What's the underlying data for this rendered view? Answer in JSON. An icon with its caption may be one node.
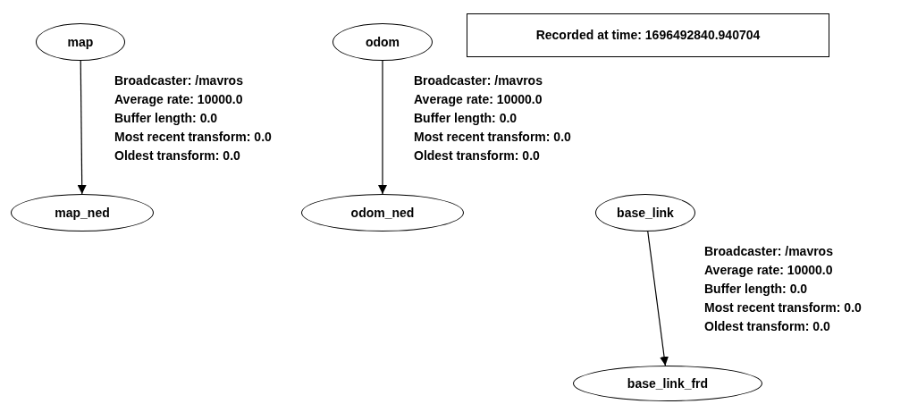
{
  "diagram": {
    "nodes": [
      {
        "text": [
          "map"
        ]
      },
      {
        "text": [
          "odom"
        ]
      },
      {
        "text": [
          "Recorded at time: 1696492840.940704"
        ]
      },
      {
        "text": [
          "map_ned"
        ]
      },
      {
        "text": [
          "odom_ned"
        ]
      },
      {
        "text": [
          "base_link"
        ]
      },
      {
        "text": [
          "base_link_frd"
        ]
      }
    ],
    "edges": [
      {
        "from": 0,
        "to": 3,
        "arrow": "to",
        "label": "Broadcaster: /mavros Average rate: 10000.0 Buffer length: 0.0 Most recent transform: 0.0 Oldest transform: 0.0"
      },
      {
        "from": 1,
        "to": 4,
        "arrow": "to",
        "label": "Broadcaster: /mavros Average rate: 10000.0 Buffer length: 0.0 Most recent transform: 0.0 Oldest transform: 0.0"
      },
      {
        "from": 5,
        "to": 6,
        "arrow": "to",
        "label": "Broadcaster: /mavros Average rate: 10000.0 Buffer length: 0.0 Most recent transform: 0.0 Oldest transform: 0.0"
      }
    ]
  }
}
